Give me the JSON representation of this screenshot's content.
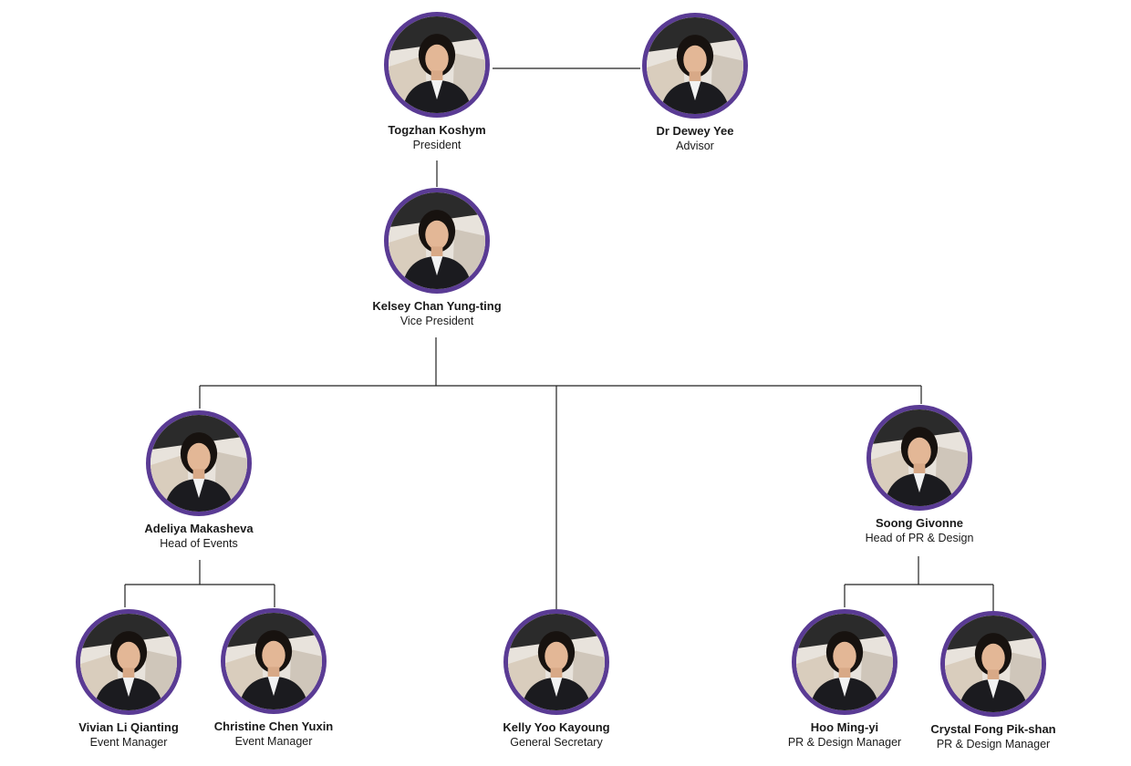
{
  "colors": {
    "ring": "#5a3b94",
    "connector": "#222222",
    "suit": "#1b1b1f",
    "hair_dark": "#17120f",
    "skin": "#e3b796"
  },
  "icons": {
    "portrait": "person-portrait-icon"
  },
  "members": [
    {
      "id": "president",
      "name": "Togzhan Koshym",
      "role": "President"
    },
    {
      "id": "advisor",
      "name": "Dr Dewey Yee",
      "role": "Advisor"
    },
    {
      "id": "vice-president",
      "name": "Kelsey Chan Yung-ting",
      "role": "Vice President"
    },
    {
      "id": "head-events",
      "name": "Adeliya Makasheva",
      "role": "Head of Events"
    },
    {
      "id": "head-pr",
      "name": "Soong Givonne",
      "role": "Head of PR & Design"
    },
    {
      "id": "event-manager-1",
      "name": "Vivian Li Qianting",
      "role": "Event Manager"
    },
    {
      "id": "event-manager-2",
      "name": "Christine Chen Yuxin",
      "role": "Event Manager"
    },
    {
      "id": "general-secretary",
      "name": "Kelly Yoo Kayoung",
      "role": "General Secretary"
    },
    {
      "id": "pr-manager-1",
      "name": "Hoo Ming-yi",
      "role": "PR & Design Manager"
    },
    {
      "id": "pr-manager-2",
      "name": "Crystal Fong Pik-shan",
      "role": "PR & Design Manager"
    }
  ]
}
